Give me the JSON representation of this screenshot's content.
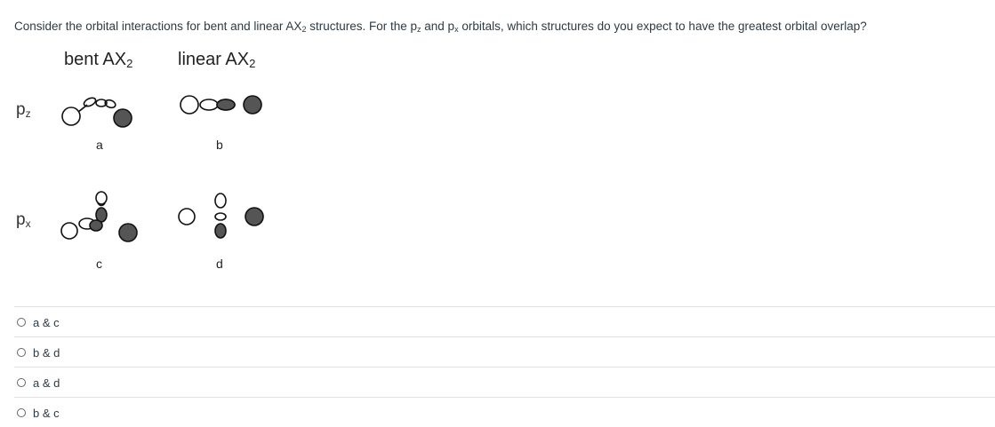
{
  "question": {
    "part1": "Consider the orbital interactions for bent and linear AX",
    "sub1": "2",
    "part2": " structures. For the p",
    "sub2": "z",
    "part3": " and p",
    "sub3": "x",
    "part4": " orbitals, which structures do you expect to have the greatest orbital overlap?"
  },
  "columns": {
    "bent": {
      "text": "bent AX",
      "sub": "2"
    },
    "linear": {
      "text": "linear AX",
      "sub": "2"
    }
  },
  "rows": {
    "pz": {
      "text": "p",
      "sub": "z"
    },
    "px": {
      "text": "p",
      "sub": "x"
    }
  },
  "labels": {
    "a": "a",
    "b": "b",
    "c": "c",
    "d": "d"
  },
  "options": [
    "a & c",
    "b & d",
    "a & d",
    "b & c"
  ]
}
